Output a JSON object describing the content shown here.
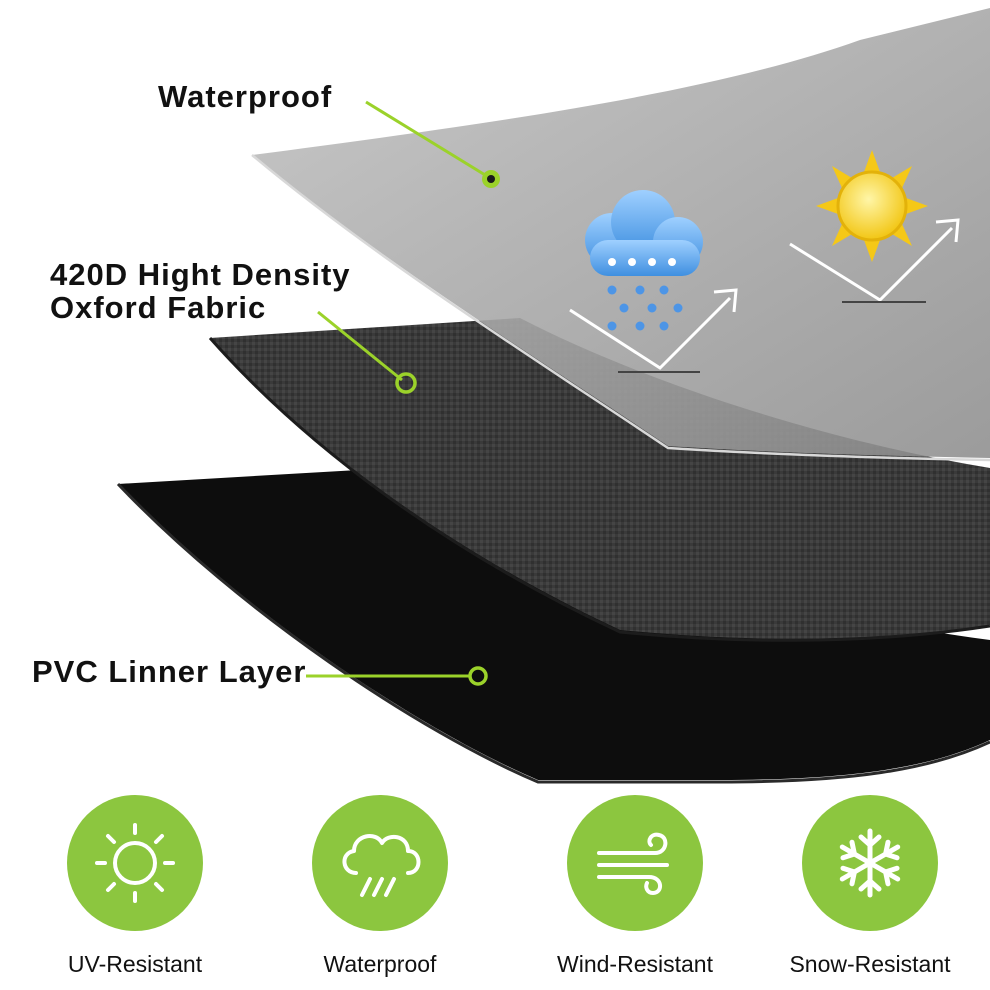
{
  "colors": {
    "accent_green": "#8cc63f",
    "leader_line": "#9bd22a",
    "top_layer": "#a9a9a9",
    "fabric_layer": "#3a3a3a",
    "pvc_layer": "#0d0d0d",
    "cloud_blue": "#6aaef0",
    "sun_yellow": "#f5d21c"
  },
  "layers": [
    {
      "label": "Waterproof"
    },
    {
      "label_line1": "420D Hight Density",
      "label_line2": "Oxford Fabric"
    },
    {
      "label": "PVC Linner Layer"
    }
  ],
  "features": [
    {
      "label": "UV-Resistant",
      "icon": "sun-icon"
    },
    {
      "label": "Waterproof",
      "icon": "rain-cloud-icon"
    },
    {
      "label": "Wind-Resistant",
      "icon": "wind-icon"
    },
    {
      "label": "Snow-Resistant",
      "icon": "snowflake-icon"
    }
  ],
  "illustration_icons": [
    "rain-cloud-icon",
    "sun-icon",
    "deflect-arrow-icon"
  ]
}
